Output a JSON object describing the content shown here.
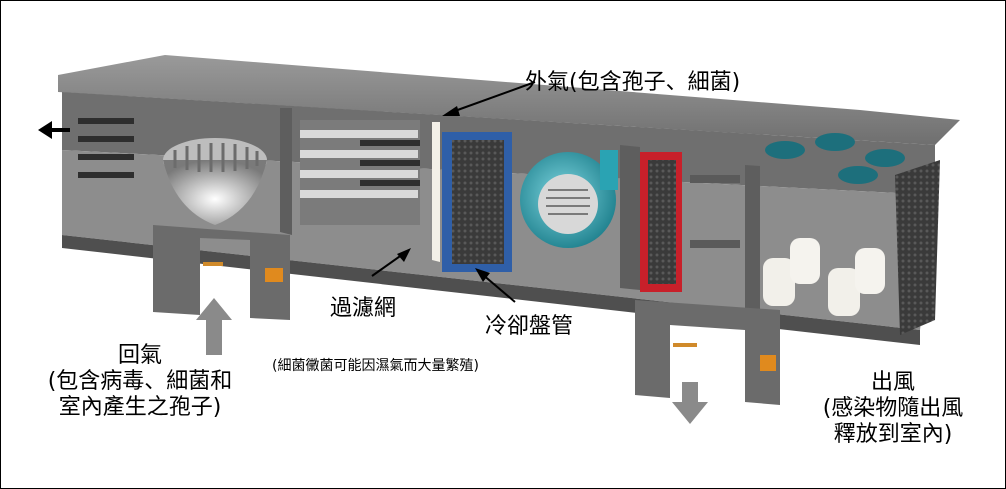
{
  "labels": {
    "outside_air": "外氣(包含孢子、細菌)",
    "filter": "過濾網",
    "cooling_coil": "冷卻盤管",
    "cooling_coil_note": "(細菌黴菌可能因濕氣而大量繁殖)",
    "return_air_title": "回氣",
    "return_air_line2": "(包含病毒、細菌和",
    "return_air_line3": "室內產生之孢子)",
    "supply_air_title": "出風",
    "supply_air_line2": "(感染物隨出風",
    "supply_air_line3": "釋放到室內)"
  },
  "colors": {
    "casing": "#7d7d7d",
    "casing_dark": "#5a5a5a",
    "casing_light": "#a9a9a9",
    "coil_blue": "#2f5fa8",
    "coil_red": "#c8202a",
    "fan_teal": "#2aa3b3",
    "arrow_gray": "#8a8a8a"
  }
}
